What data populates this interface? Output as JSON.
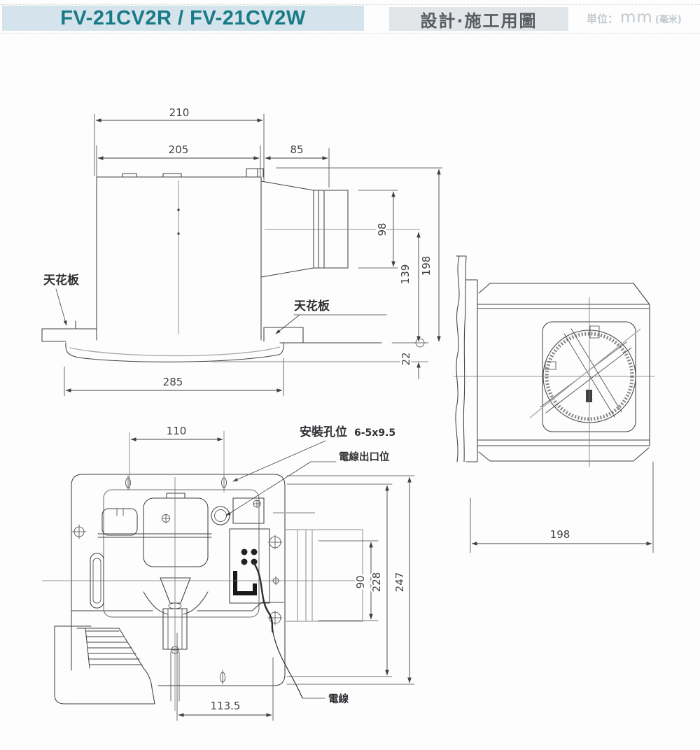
{
  "header": {
    "title": "FV-21CV2R / FV-21CV2W",
    "subtitle": "設計·施工用圖",
    "unit_prefix": "単位：",
    "unit_value": "mm",
    "unit_suffix": "(毫米)"
  },
  "labels": {
    "ceiling_left": "天花板",
    "ceiling_right": "天花板",
    "mounting_holes": "安裝孔位",
    "mounting_holes_spec": "6-5x9.5",
    "wire_outlet": "電線出口位",
    "power_wire": "電線"
  },
  "dimensions": {
    "side_view": {
      "overall_width": "210",
      "body_width": "205",
      "duct_length": "85",
      "duct_diameter": "98",
      "duct_center_height": "139",
      "body_height": "198",
      "grille_depth": "22",
      "grille_width": "285"
    },
    "rear_view": {
      "body_width": "198"
    },
    "bottom_view": {
      "hole_pitch": "110",
      "duct_width": "90",
      "depth_inner": "228",
      "depth_overall": "247",
      "center_offset": "113.5"
    }
  },
  "colors": {
    "line": "#3e4144",
    "aux_line": "#a7acb0",
    "title_text": "#177a85",
    "title_bg": "#d5e3ed",
    "subtitle_text": "#565c62",
    "subtitle_bg": "#e3e6e8",
    "unit_text": "#c2cacf"
  }
}
